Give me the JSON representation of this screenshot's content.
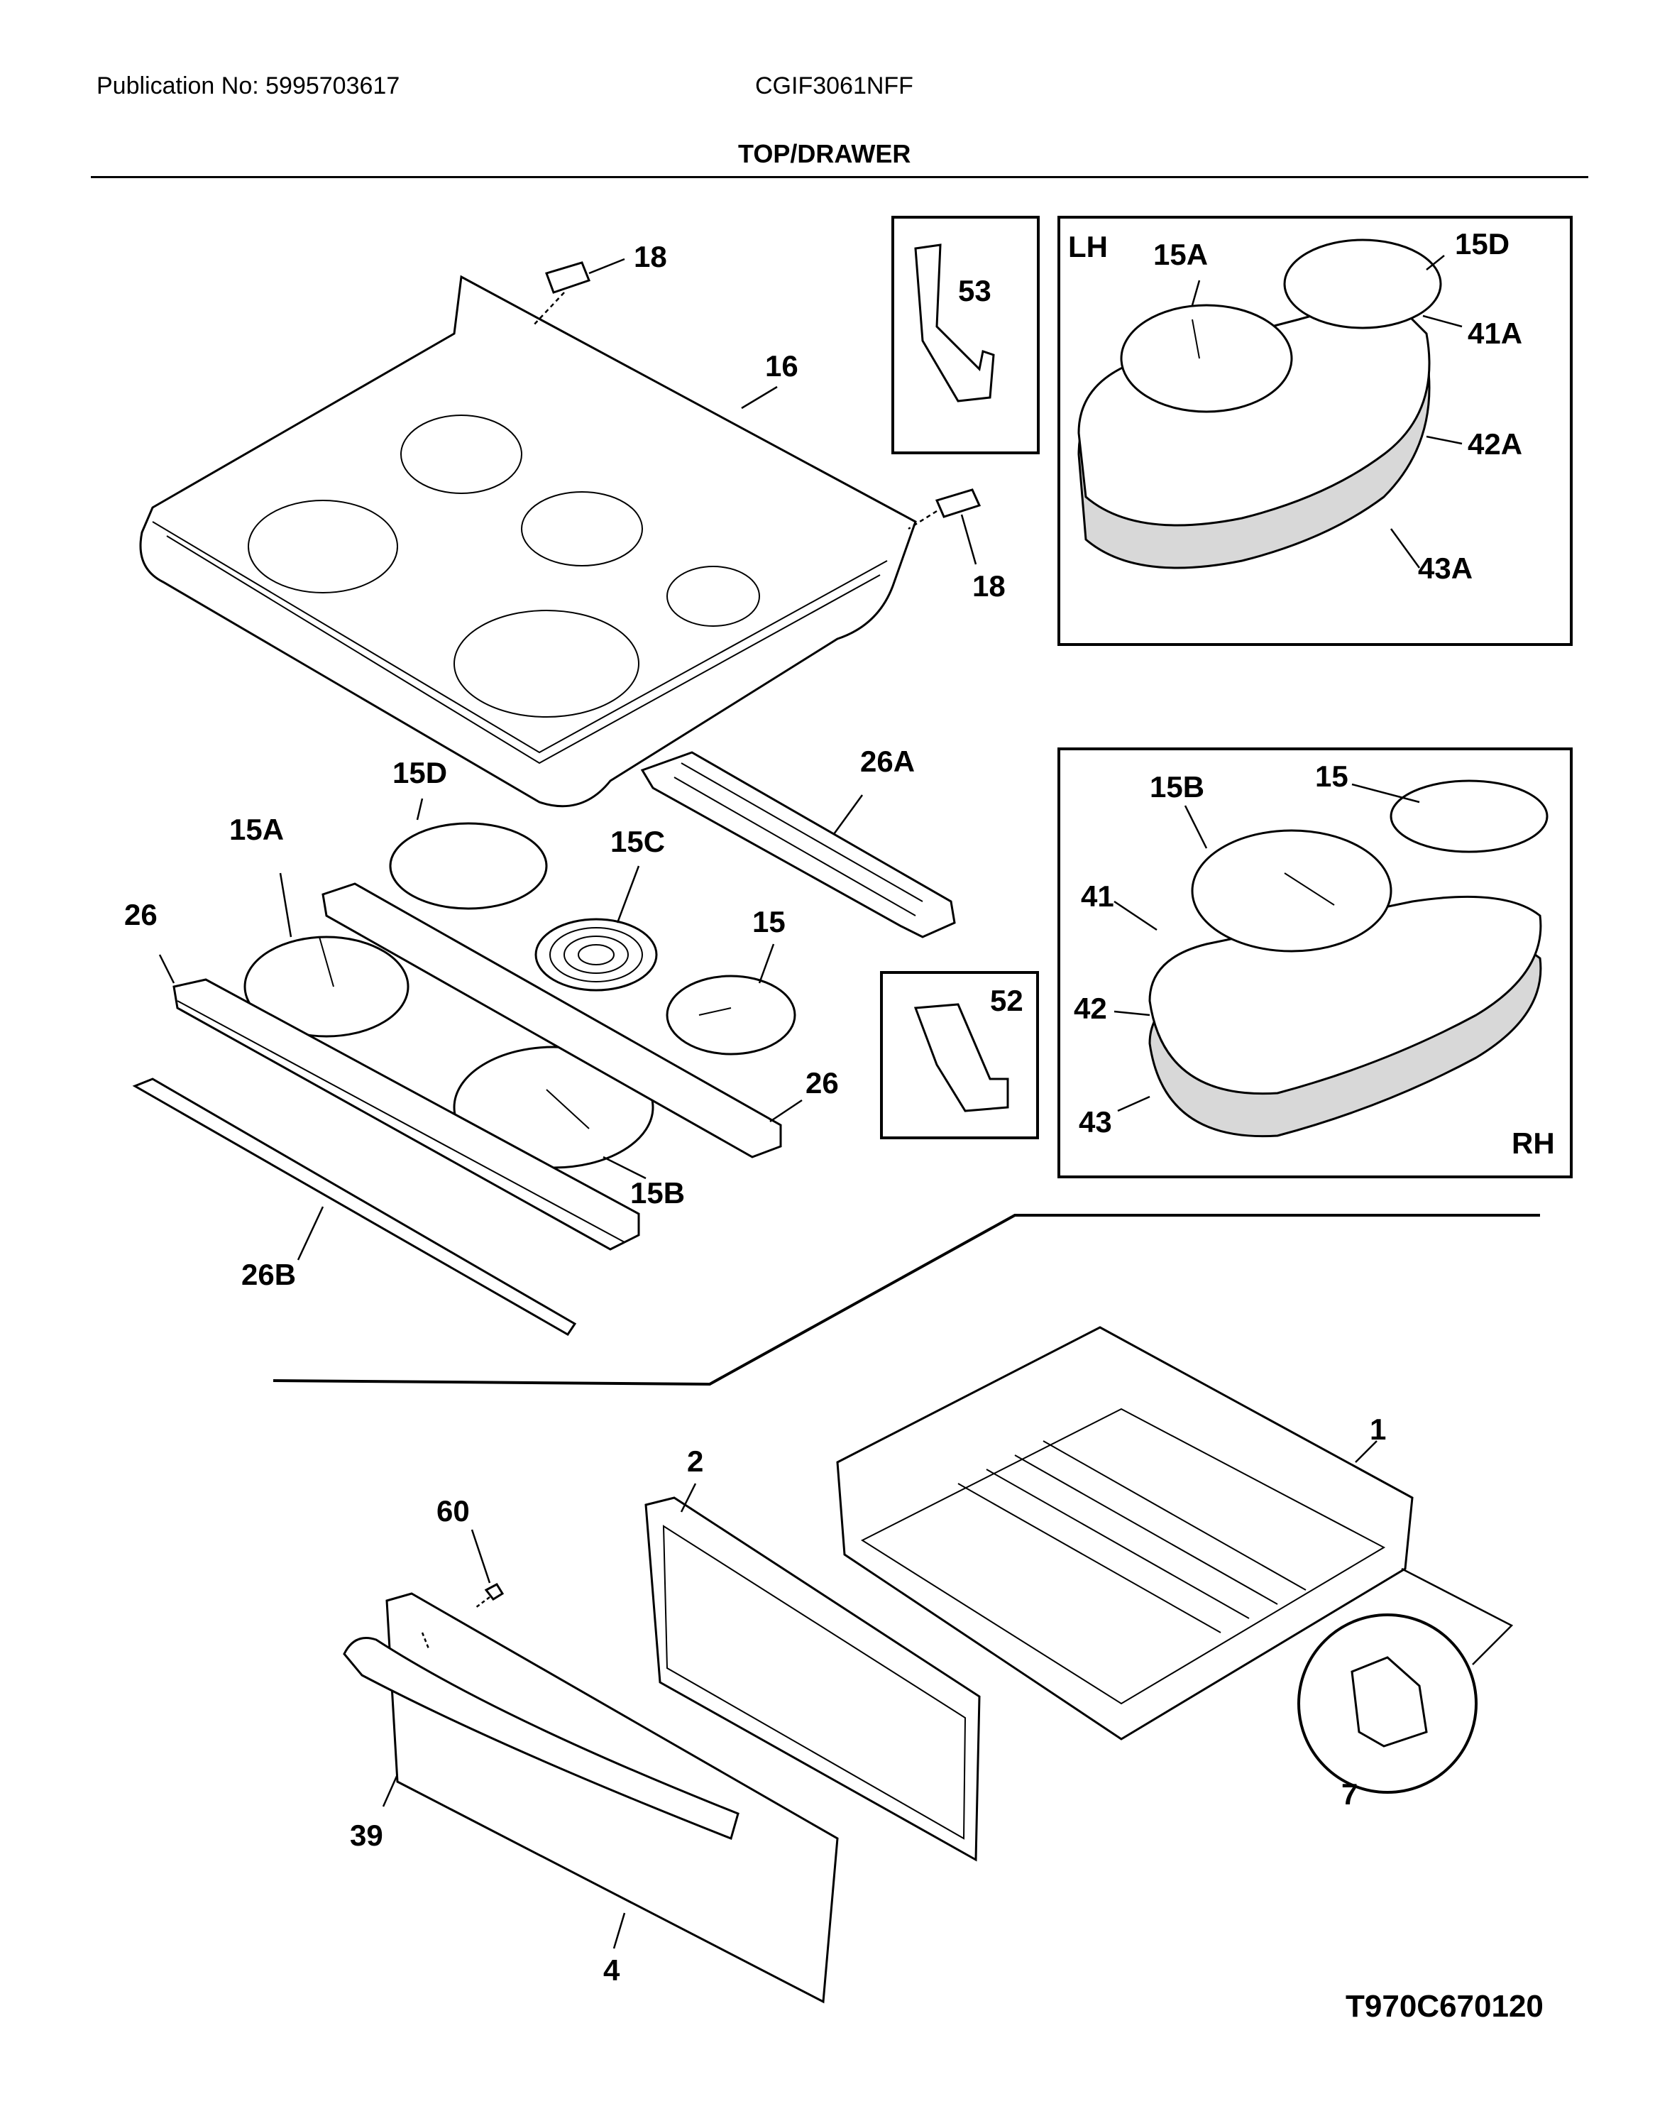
{
  "header": {
    "publication": "Publication No: 5995703617",
    "model": "CGIF3061NFF",
    "section": "TOP/DRAWER"
  },
  "figure_code": "T970C670120",
  "inset_labels": {
    "left_hand": "LH",
    "right_hand": "RH"
  },
  "parts": {
    "bracket_upper": "18",
    "bracket_lower": "18",
    "cooktop": "16",
    "element_bracket_53": "53",
    "lh_element_15A": "15A",
    "lh_element_15D": "15D",
    "lh_41A": "41A",
    "lh_42A": "42A",
    "lh_43A": "43A",
    "bracket_26A": "26A",
    "element_15D": "15D",
    "element_15A": "15A",
    "element_15C": "15C",
    "element_15": "15",
    "bracket_26_left": "26",
    "bracket_26_right": "26",
    "element_15B": "15B",
    "rail_26B": "26B",
    "rh_element_15B": "15B",
    "rh_element_15": "15",
    "rh_41": "41",
    "rh_42": "42",
    "rh_43": "43",
    "clip_52": "52",
    "drawer_body": "1",
    "drawer_panel": "2",
    "screw": "60",
    "handle": "39",
    "drawer_front": "4",
    "clip_7": "7"
  }
}
